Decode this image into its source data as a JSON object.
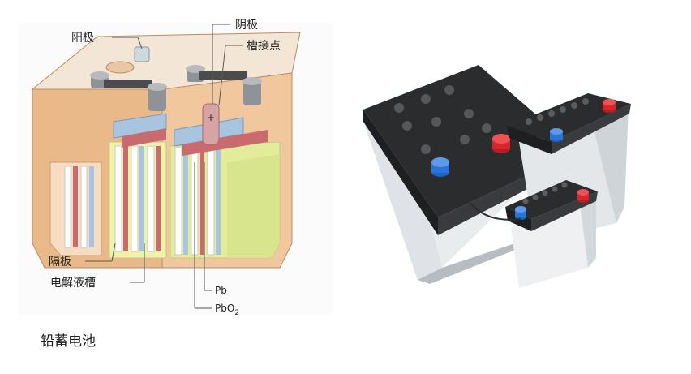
{
  "diagram": {
    "caption": "铅蓄电池",
    "labels": {
      "anode": "阳极",
      "cathode": "阴极",
      "slot_contact": "槽接点",
      "separator": "隔板",
      "electrolyte_tank": "电解液槽",
      "pb": "Pb",
      "pbo2_main": "PbO",
      "pbo2_sub": "2",
      "plus_sign": "+"
    }
  },
  "colors": {
    "case_tan": "#e9b98a",
    "case_light": "#f6dcc0",
    "lid": "#f3e6d6",
    "electrolyte": "#eef3a8",
    "plate_blue": "#a9c4df",
    "plate_red": "#c96b6e",
    "terminal_gray": "#8f9297",
    "battery_black": "#2b2c2e",
    "battery_white": "#e9ecef",
    "terminal_red": "#d8262c",
    "terminal_blue": "#1d63c4"
  }
}
